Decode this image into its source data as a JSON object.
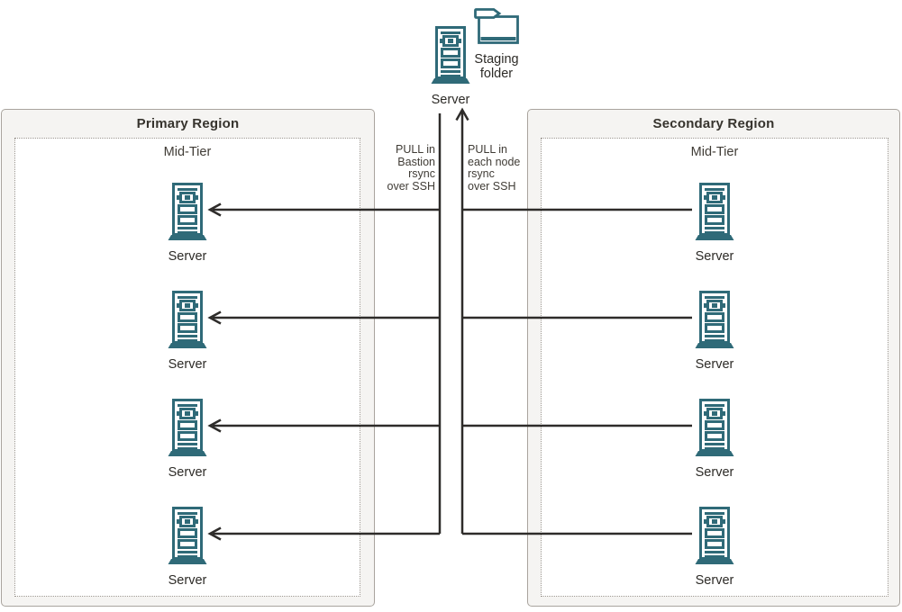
{
  "colors": {
    "teal": "#2f6a78",
    "line": "#2e2c2a",
    "region_bg": "#f5f4f2",
    "region_border": "#a9a49e",
    "dotted": "#9a958e",
    "title_text": "#36332d",
    "body_text": "#403c36"
  },
  "staging": {
    "server_label": "Server",
    "folder_label": "Staging\nfolder"
  },
  "flows": {
    "bastion_pull_label": "PULL in\nBastion\nrsync\nover SSH",
    "node_pull_label": "PULL in\neach node\nrsync\nover SSH"
  },
  "regions": {
    "primary": {
      "title": "Primary Region",
      "tier_label": "Mid-Tier",
      "servers": [
        "Server",
        "Server",
        "Server",
        "Server"
      ]
    },
    "secondary": {
      "title": "Secondary Region",
      "tier_label": "Mid-Tier",
      "servers": [
        "Server",
        "Server",
        "Server",
        "Server"
      ]
    }
  }
}
